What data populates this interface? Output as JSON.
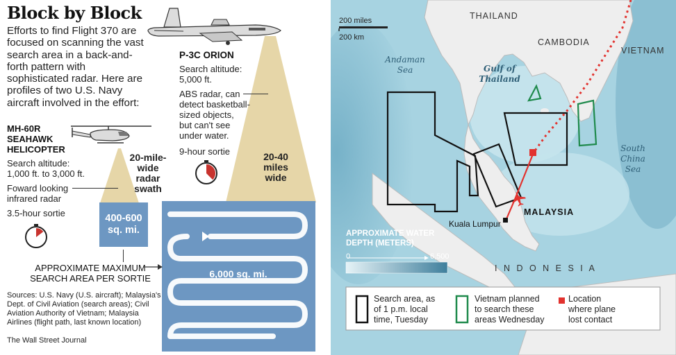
{
  "title": "Block by Block",
  "intro": "Efforts to find Flight 370 are focused on scanning the vast search area in a back-and-forth pattern with sophisticated radar. Here are profiles of two U.S. Navy aircraft involved in the effort:",
  "helicopter": {
    "name_line1": "MH-60R",
    "name_line2": "SEAHAWK",
    "name_line3": "HELICOPTER",
    "altitude_line1": "Search altitude:",
    "altitude_line2": "1,000 ft. to 3,000 ft.",
    "radar_line1": "Foward looking",
    "radar_line2": "infrared radar",
    "sortie": "3.5-hour sortie",
    "swath_line1": "20-mile-",
    "swath_line2": "wide",
    "swath_line3": "radar",
    "swath_line4": "swath",
    "area_line1": "400-600",
    "area_line2": "sq. mi.",
    "sortie_fraction": 0.146
  },
  "orion": {
    "name": "P-3C ORION",
    "altitude_line1": "Search altitude:",
    "altitude_line2": "5,000 ft.",
    "radar_line1": "ABS radar, can",
    "radar_line2": "detect basketball-",
    "radar_line3": "sized objects,",
    "radar_line4": "but can't see",
    "radar_line5": "under water.",
    "sortie": "9-hour sortie",
    "width_line1": "20-40",
    "width_line2": "miles",
    "width_line3": "wide",
    "area": "6,000 sq. mi.",
    "sortie_fraction": 0.375
  },
  "max_area_line1": "APPROXIMATE MAXIMUM",
  "max_area_line2": "SEARCH AREA PER SORTIE",
  "sources_line1": "Sources: U.S. Navy (U.S. aircraft); Malaysia's",
  "sources_line2": "Dept. of Civil Aviation (search areas); Civil",
  "sources_line3": "Aviation Authority of Vietnam; Malaysia",
  "sources_line4": "Airlines (flight path, last known location)",
  "credit": "The Wall Street Journal",
  "map": {
    "scale_miles": "200 miles",
    "scale_km": "200 km",
    "countries": {
      "thailand": "THAILAND",
      "cambodia": "CAMBODIA",
      "vietnam": "VIETNAM",
      "malaysia": "MALAYSIA",
      "indonesia": "I N D O N E S I A"
    },
    "seas": {
      "andaman_line1": "Andaman",
      "andaman_line2": "Sea",
      "gulf_line1": "Gulf of",
      "gulf_line2": "Thailand",
      "scs_line1": "South",
      "scs_line2": "China",
      "scs_line3": "Sea"
    },
    "city": "Kuala Lumpur",
    "depth_line1": "APPROXIMATE WATER",
    "depth_line2": "DEPTH (METERS)",
    "depth_min": "0",
    "depth_max": "6,500",
    "colors": {
      "water": "#a7d3e1",
      "land": "#eeeeee",
      "search_area": "#111111",
      "vietnam_area": "#1f8a4c",
      "flight_path": "#e2322e"
    }
  },
  "legend": {
    "search_line1": "Search area, as",
    "search_line2": "of 1 p.m. local",
    "search_line3": "time, Tuesday",
    "vietnam_line1": "Vietnam planned",
    "vietnam_line2": "to search these",
    "vietnam_line3": "areas Wednesday",
    "contact_line1": "Location",
    "contact_line2": "where plane",
    "contact_line3": "lost contact"
  }
}
